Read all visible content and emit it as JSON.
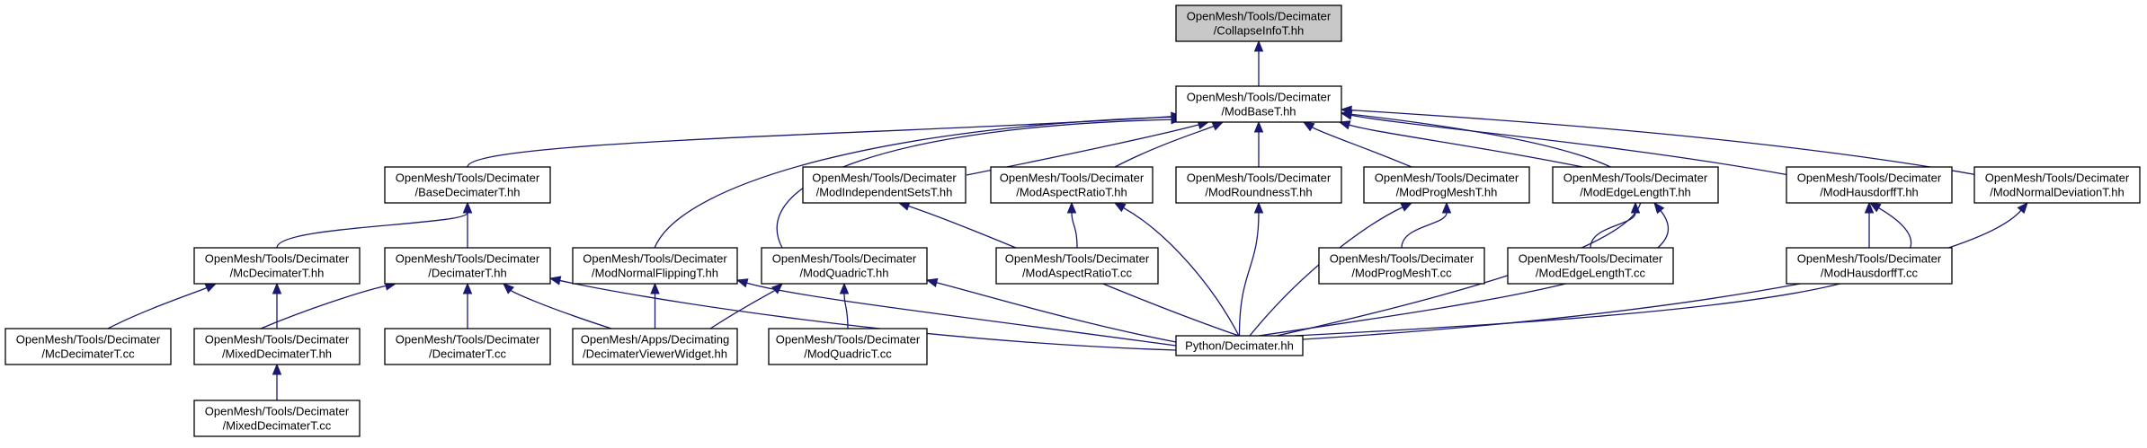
{
  "colors": {
    "edge": "#191970",
    "root_fill": "#c8c8c8",
    "node_fill": "#ffffff",
    "border": "#000000"
  },
  "nodes": [
    {
      "id": "collapse",
      "lines": [
        "OpenMesh/Tools/Decimater",
        "/CollapseInfoT.hh"
      ],
      "root": true
    },
    {
      "id": "modbase",
      "lines": [
        "OpenMesh/Tools/Decimater",
        "/ModBaseT.hh"
      ]
    },
    {
      "id": "basedec",
      "lines": [
        "OpenMesh/Tools/Decimater",
        "/BaseDecimaterT.hh"
      ]
    },
    {
      "id": "modindep",
      "lines": [
        "OpenMesh/Tools/Decimater",
        "/ModIndependentSetsT.hh"
      ]
    },
    {
      "id": "modaspect",
      "lines": [
        "OpenMesh/Tools/Decimater",
        "/ModAspectRatioT.hh"
      ]
    },
    {
      "id": "modround",
      "lines": [
        "OpenMesh/Tools/Decimater",
        "/ModRoundnessT.hh"
      ]
    },
    {
      "id": "modprog",
      "lines": [
        "OpenMesh/Tools/Decimater",
        "/ModProgMeshT.hh"
      ]
    },
    {
      "id": "modedge",
      "lines": [
        "OpenMesh/Tools/Decimater",
        "/ModEdgeLengthT.hh"
      ]
    },
    {
      "id": "modhaus",
      "lines": [
        "OpenMesh/Tools/Decimater",
        "/ModHausdorffT.hh"
      ]
    },
    {
      "id": "modnormdev",
      "lines": [
        "OpenMesh/Tools/Decimater",
        "/ModNormalDeviationT.hh"
      ]
    },
    {
      "id": "mcdec",
      "lines": [
        "OpenMesh/Tools/Decimater",
        "/McDecimaterT.hh"
      ]
    },
    {
      "id": "dec",
      "lines": [
        "OpenMesh/Tools/Decimater",
        "/DecimaterT.hh"
      ]
    },
    {
      "id": "modnormflip",
      "lines": [
        "OpenMesh/Tools/Decimater",
        "/ModNormalFlippingT.hh"
      ]
    },
    {
      "id": "modquad",
      "lines": [
        "OpenMesh/Tools/Decimater",
        "/ModQuadricT.hh"
      ]
    },
    {
      "id": "modaspectcc",
      "lines": [
        "OpenMesh/Tools/Decimater",
        "/ModAspectRatioT.cc"
      ]
    },
    {
      "id": "modprogcc",
      "lines": [
        "OpenMesh/Tools/Decimater",
        "/ModProgMeshT.cc"
      ]
    },
    {
      "id": "modedgecc",
      "lines": [
        "OpenMesh/Tools/Decimater",
        "/ModEdgeLengthT.cc"
      ]
    },
    {
      "id": "modhauscc",
      "lines": [
        "OpenMesh/Tools/Decimater",
        "/ModHausdorffT.cc"
      ]
    },
    {
      "id": "mcdeccc",
      "lines": [
        "OpenMesh/Tools/Decimater",
        "/McDecimaterT.cc"
      ]
    },
    {
      "id": "mixeddec",
      "lines": [
        "OpenMesh/Tools/Decimater",
        "/MixedDecimaterT.hh"
      ]
    },
    {
      "id": "deccc",
      "lines": [
        "OpenMesh/Tools/Decimater",
        "/DecimaterT.cc"
      ]
    },
    {
      "id": "viewer",
      "lines": [
        "OpenMesh/Apps/Decimating",
        "/DecimaterViewerWidget.hh"
      ]
    },
    {
      "id": "modquadcc",
      "lines": [
        "OpenMesh/Tools/Decimater",
        "/ModQuadricT.cc"
      ]
    },
    {
      "id": "python",
      "lines": [
        "Python/Decimater.hh"
      ]
    },
    {
      "id": "mixedcc",
      "lines": [
        "OpenMesh/Tools/Decimater",
        "/MixedDecimaterT.cc"
      ]
    }
  ],
  "edges": [
    {
      "from": "modbase",
      "to": "collapse"
    },
    {
      "from": "basedec",
      "to": "modbase"
    },
    {
      "from": "modindep",
      "to": "modbase"
    },
    {
      "from": "modaspect",
      "to": "modbase"
    },
    {
      "from": "modround",
      "to": "modbase"
    },
    {
      "from": "modprog",
      "to": "modbase"
    },
    {
      "from": "modedge",
      "to": "modbase"
    },
    {
      "from": "modhaus",
      "to": "modbase"
    },
    {
      "from": "modnormdev",
      "to": "modbase"
    },
    {
      "from": "modnormflip",
      "to": "modbase"
    },
    {
      "from": "modquad",
      "to": "modbase"
    },
    {
      "from": "python",
      "to": "modbase"
    },
    {
      "from": "mcdec",
      "to": "basedec"
    },
    {
      "from": "dec",
      "to": "basedec"
    },
    {
      "from": "mcdeccc",
      "to": "mcdec"
    },
    {
      "from": "mixeddec",
      "to": "mcdec"
    },
    {
      "from": "mixeddec",
      "to": "dec"
    },
    {
      "from": "deccc",
      "to": "dec"
    },
    {
      "from": "viewer",
      "to": "dec"
    },
    {
      "from": "python",
      "to": "dec"
    },
    {
      "from": "viewer",
      "to": "modnormflip"
    },
    {
      "from": "python",
      "to": "modnormflip"
    },
    {
      "from": "viewer",
      "to": "modquad"
    },
    {
      "from": "modquadcc",
      "to": "modquad"
    },
    {
      "from": "python",
      "to": "modquad"
    },
    {
      "from": "python",
      "to": "modindep"
    },
    {
      "from": "modaspectcc",
      "to": "modaspect"
    },
    {
      "from": "python",
      "to": "modaspect"
    },
    {
      "from": "python",
      "to": "modround"
    },
    {
      "from": "modprogcc",
      "to": "modprog"
    },
    {
      "from": "python",
      "to": "modprog"
    },
    {
      "from": "modedgecc",
      "to": "modedge"
    },
    {
      "from": "python",
      "to": "modedge"
    },
    {
      "from": "modhauscc",
      "to": "modhaus"
    },
    {
      "from": "python",
      "to": "modhaus"
    },
    {
      "from": "python",
      "to": "modnormdev"
    },
    {
      "from": "mixedcc",
      "to": "mixeddec"
    }
  ]
}
